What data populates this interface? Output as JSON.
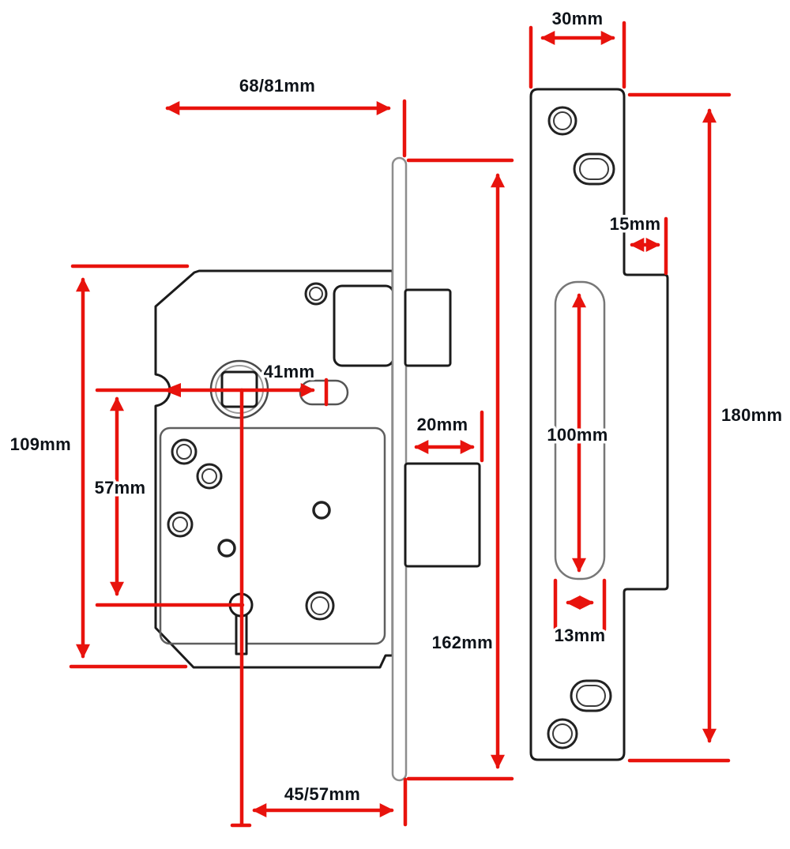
{
  "diagram": {
    "kind": "technical dimension drawing",
    "subject": "Mortice deadlock case with faceplate (left) and strike plate (right)",
    "background": "#ffffff",
    "ink": {
      "dimension_red": "#e8130d",
      "label_text": "#0e1319",
      "outline_dark": "#1b1b1b",
      "outline_mid": "#5f5f5f",
      "outline_light": "#8d8d8d"
    }
  },
  "dimensions": {
    "lock_case": {
      "overall_width": "68/81mm",
      "case_height": "109mm",
      "follower_to_keyhole": "57mm",
      "follower_offset": "41mm",
      "deadbolt_depth": "20mm",
      "faceplate_length": "162mm",
      "backset": "45/57mm"
    },
    "strike_plate": {
      "plate_width": "30mm",
      "lip_depth": "15mm",
      "cutout_length": "100mm",
      "cutout_width": "13mm",
      "plate_length": "180mm"
    }
  }
}
